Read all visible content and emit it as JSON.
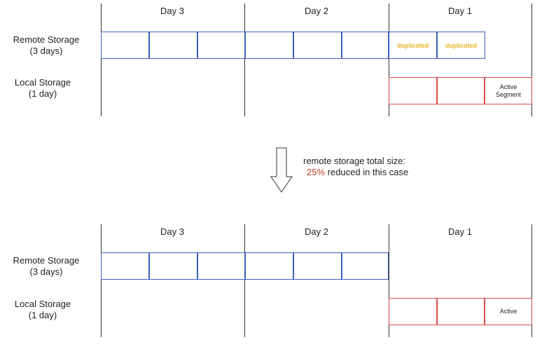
{
  "top": {
    "days": [
      "Day 3",
      "Day 2",
      "Day 1"
    ],
    "remote_label": [
      "Remote Storage",
      "(3 days)"
    ],
    "local_label": [
      "Local Storage",
      "(1 day)"
    ],
    "dup_label": "duplicated",
    "active_label": [
      "Active",
      "Segment"
    ]
  },
  "middle": {
    "note_line1": "remote storage total size:",
    "note_pct": "25%",
    "note_rest": " reduced in this case"
  },
  "bottom": {
    "days": [
      "Day 3",
      "Day 2",
      "Day 1"
    ],
    "remote_label": [
      "Remote Storage",
      "(3 days)"
    ],
    "local_label": [
      "Local Storage",
      "(1 day)"
    ],
    "active_label": "Active"
  },
  "colors": {
    "remote_segment_border": "#3b5fbf",
    "local_segment_border": "#d94a48",
    "duplicated_text": "#e8b320",
    "percent_text": "#c0392b"
  }
}
